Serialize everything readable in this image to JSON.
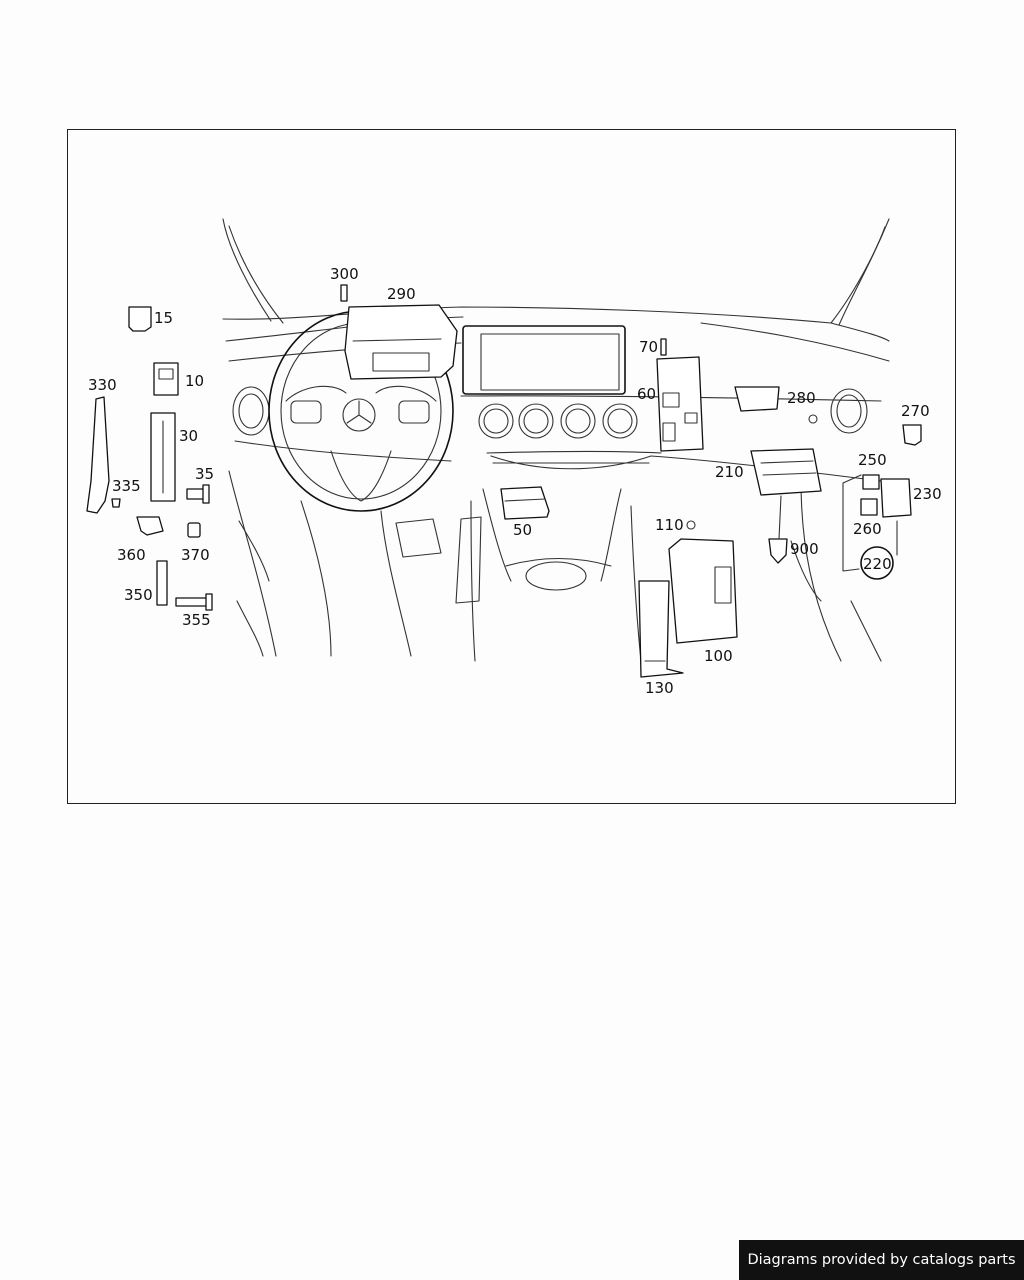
{
  "diagram": {
    "callouts": {
      "c15": "15",
      "c10": "10",
      "c330": "330",
      "c30": "30",
      "c35": "35",
      "c335": "335",
      "c360": "360",
      "c370": "370",
      "c350": "350",
      "c355": "355",
      "c300": "300",
      "c290": "290",
      "c70": "70",
      "c60": "60",
      "c280": "280",
      "c270": "270",
      "c210": "210",
      "c250": "250",
      "c230": "230",
      "c260": "260",
      "c220": "220",
      "c900": "900",
      "c110": "110",
      "c50": "50",
      "c100": "100",
      "c130": "130"
    }
  },
  "footer": {
    "credit": "Diagrams provided by catalogs parts"
  }
}
